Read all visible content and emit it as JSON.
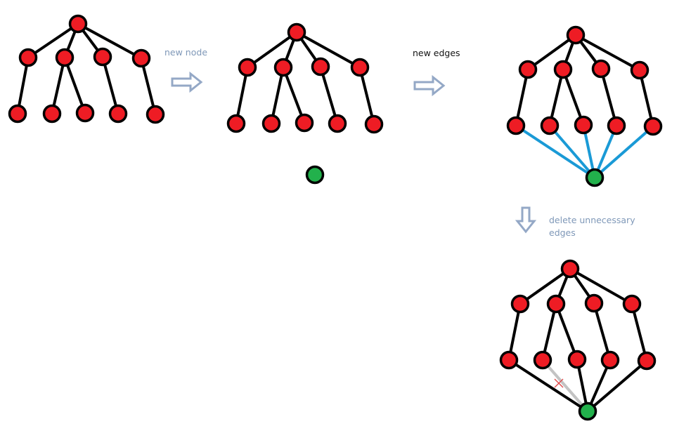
{
  "labels": {
    "new_node": "new node",
    "new_edges": "new edges",
    "delete_line1": "delete  unnecessary",
    "delete_line2": "edges"
  },
  "colors": {
    "node_red": "#ee1c24",
    "node_green": "#22b14c",
    "edge_black": "#000000",
    "edge_blue": "#1a9ad6",
    "edge_removed": "#c3c3c3",
    "arrow": "#94a8c6",
    "cross": "#e04848"
  },
  "steps": [
    {
      "name": "original-tree",
      "new_node": false,
      "new_edges": "none"
    },
    {
      "name": "tree-with-new-node",
      "new_node": true,
      "new_edges": "none"
    },
    {
      "name": "tree-with-new-edges",
      "new_node": true,
      "new_edges": "all-leaves"
    },
    {
      "name": "tree-after-pruning",
      "new_node": true,
      "new_edges": "pruned"
    }
  ]
}
